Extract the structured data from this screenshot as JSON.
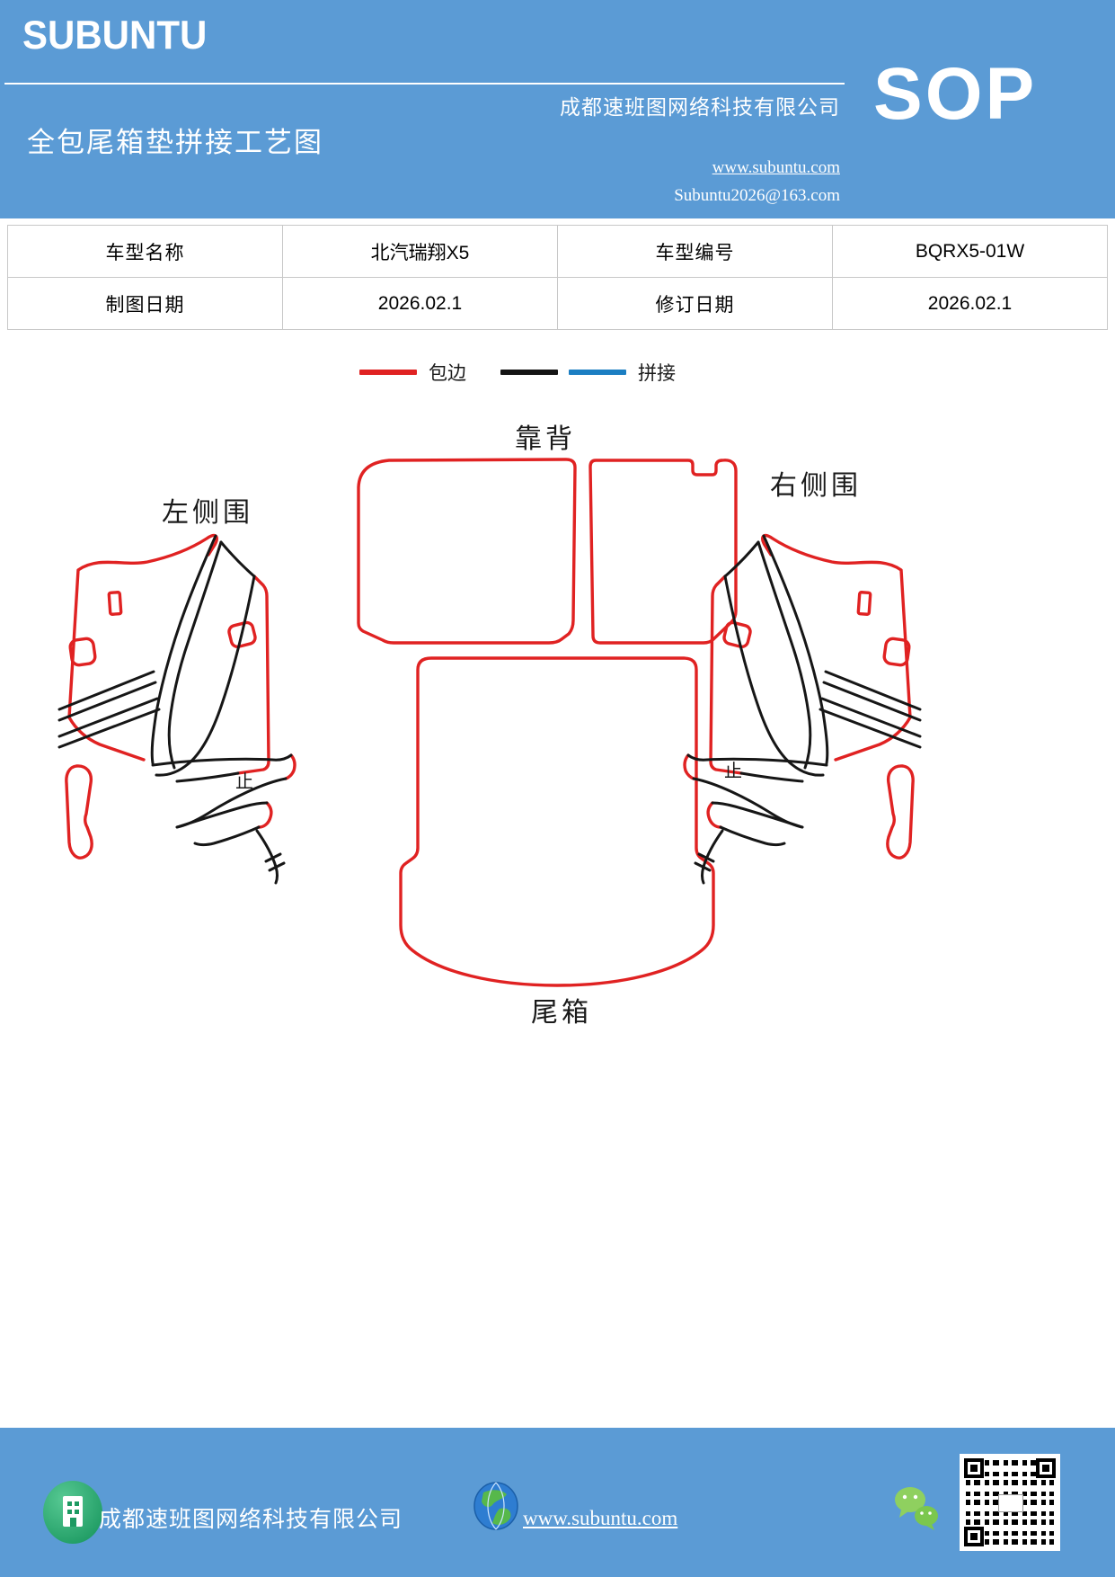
{
  "header": {
    "logo": "SUBUNTU",
    "company": "成都速班图网络科技有限公司",
    "title": "全包尾箱垫拼接工艺图",
    "sop": "SOP",
    "website": "www.subuntu.com",
    "email": "Subuntu2026@163.com",
    "accent_color": "#5b9bd5"
  },
  "info_table": {
    "rows": [
      {
        "label1": "车型名称",
        "value1": "北汽瑞翔X5",
        "label2": "车型编号",
        "value2": "BQRX5-01W"
      },
      {
        "label1": "制图日期",
        "value1": "2026.02.1",
        "label2": "修订日期",
        "value2": "2026.02.1"
      }
    ]
  },
  "legend": {
    "edge_label": "包边",
    "edge_color": "#e02222",
    "splice_label": "拼接",
    "splice_colors": [
      "#141414",
      "#1b7ec2"
    ]
  },
  "diagram": {
    "labels": {
      "backrest": "靠背",
      "left_side": "左侧围",
      "right_side": "右侧围",
      "trunk": "尾箱",
      "stop_mark": "止"
    }
  },
  "footer": {
    "company": "成都速班图网络科技有限公司",
    "website": "www.subuntu.com"
  }
}
